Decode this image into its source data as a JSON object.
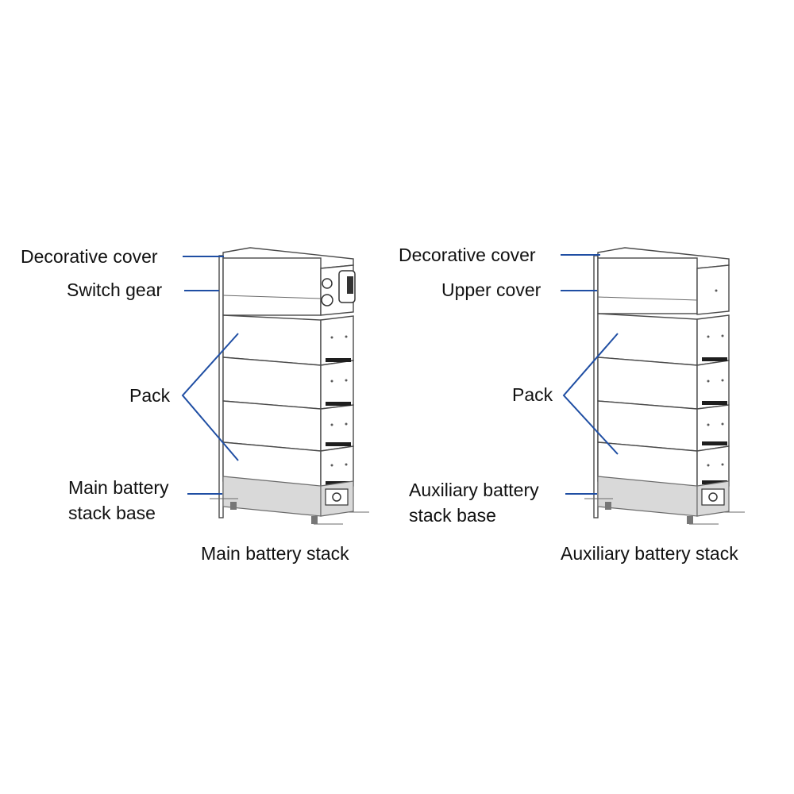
{
  "main_stack": {
    "caption": "Main battery stack",
    "labels": {
      "decorative_cover": "Decorative cover",
      "switch_gear": "Switch gear",
      "pack": "Pack",
      "base_line1": "Main battery",
      "base_line2": "stack base"
    }
  },
  "aux_stack": {
    "caption": "Auxiliary battery stack",
    "labels": {
      "decorative_cover": "Decorative cover",
      "upper_cover": "Upper cover",
      "pack": "Pack",
      "base_line1": "Auxiliary battery",
      "base_line2": "stack base"
    }
  },
  "colors": {
    "leader_line": "#1f4ea3",
    "outline": "#4a4a4a",
    "base_fill": "#d9d9d9"
  }
}
